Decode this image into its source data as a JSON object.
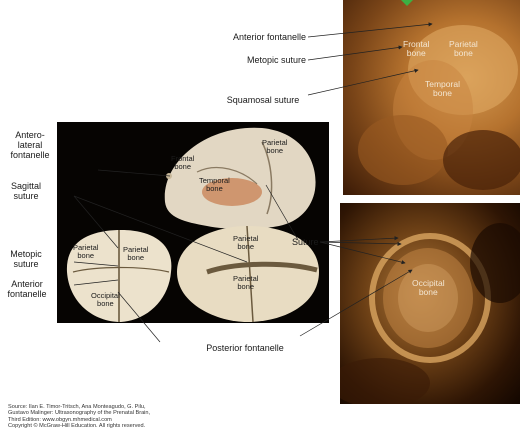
{
  "labels": {
    "anterior_fontanelle_top": "Anterior fontanelle",
    "metopic_suture_top": "Metopic suture",
    "squamosal_suture": "Squamosal suture",
    "anterolateral_fontanelle": "Antero-\nlateral\nfontanelle",
    "sagittal_suture": "Sagittal\nsuture",
    "metopic_suture_left": "Metopic\nsuture",
    "anterior_fontanelle_left": "Anterior\nfontanelle",
    "suture": "Suture",
    "posterior_fontanelle": "Posterior fontanelle"
  },
  "ultrasound_top": {
    "frontal_bone": "Frontal\nbone",
    "parietal_bone": "Parietal\nbone",
    "temporal_bone": "Temporal\nbone"
  },
  "ultrasound_bottom": {
    "occipital_bone": "Occipital\nbone"
  },
  "skull_lateral": {
    "parietal_bone": "Parietal\nbone",
    "frontal_bone": "Frontal\nbone",
    "temporal_bone": "Temporal\nbone"
  },
  "skull_top": {
    "parietal_left": "Parietal\nbone",
    "parietal_right": "Parietal\nbone",
    "occipital_bone": "Occipital\nbone"
  },
  "skull_posterior": {
    "parietal_top": "Parietal\nbone",
    "parietal_bottom": "Parietal\nbone"
  },
  "source": "Source: Ilan E. Timor-Tritsch, Ana Monteagudo, G. Pilu,\nGustavo Malinger: Ultrasonography of the Prenatal Brain,\nThird Edition: www.obgyn.mhmedical.com\nCopyright © McGraw-Hill Education. All rights reserved."
}
